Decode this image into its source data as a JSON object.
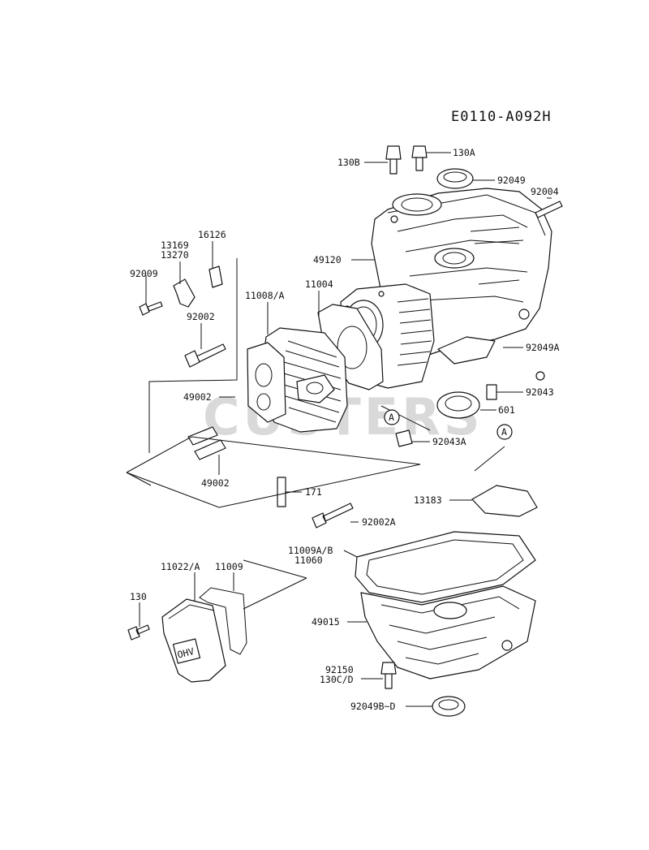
{
  "diagram_code": "E0110-A092H",
  "watermark": "CUSTERS",
  "callout_marker": "A",
  "labels": {
    "p130B": "130B",
    "p130A": "130A",
    "p92049": "92049",
    "p92004": "92004",
    "p16126": "16126",
    "p13169": "13169",
    "p13270": "13270",
    "p92009": "92009",
    "p49120": "49120",
    "p11008A": "11008/A",
    "p11004": "11004",
    "p92002": "92002",
    "p92049A": "92049A",
    "p92043": "92043",
    "p49002a": "49002",
    "p49002b": "49002",
    "p601": "601",
    "p92043A": "92043A",
    "p171": "171",
    "p13183": "13183",
    "p92002A": "92002A",
    "p11009AB": "11009A/B",
    "p11060": "11060",
    "p11022A": "11022/A",
    "p11009": "11009",
    "p130": "130",
    "p49015": "49015",
    "p92150": "92150",
    "p130CD": "130C/D",
    "p92049BD": "92049B~D"
  },
  "cover_emblem": "OHV"
}
